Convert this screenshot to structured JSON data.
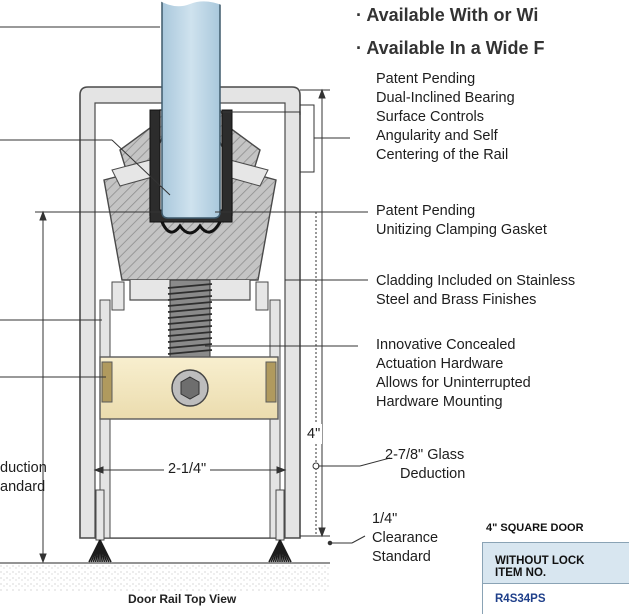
{
  "bullets": [
    "Available With or Wi",
    "Available In a Wide F"
  ],
  "callouts": {
    "bearing": [
      "Patent Pending",
      "Dual-Inclined Bearing",
      "Surface Controls",
      "Angularity and Self",
      "Centering of the Rail"
    ],
    "gasket": [
      "Patent Pending",
      "Unitizing Clamping Gasket"
    ],
    "cladding": [
      "Cladding Included on Stainless",
      "Steel and Brass Finishes"
    ],
    "actuation": [
      "Innovative Concealed",
      "Actuation Hardware",
      "Allows for Uninterrupted",
      "Hardware Mounting"
    ],
    "glass_deduction": [
      "2-7/8\" Glass",
      "Deduction"
    ],
    "clearance": [
      "1/4\"",
      "Clearance",
      "Standard"
    ],
    "left_cut": [
      "duction",
      "andard"
    ]
  },
  "dimensions": {
    "width": "2-1/4\"",
    "height": "4\""
  },
  "caption": "Door Rail Top View",
  "table": {
    "title": "4\" SQUARE DOOR",
    "header": [
      "WITHOUT LOCK",
      "ITEM NO."
    ],
    "first_item": "R4S34PS"
  },
  "colors": {
    "glass": "#b9d3e3",
    "aluminum": "#e6e6e6",
    "hatch": "#bdbdbd",
    "insert": "#f3e6bf",
    "table_header": "#d8e6f0"
  }
}
